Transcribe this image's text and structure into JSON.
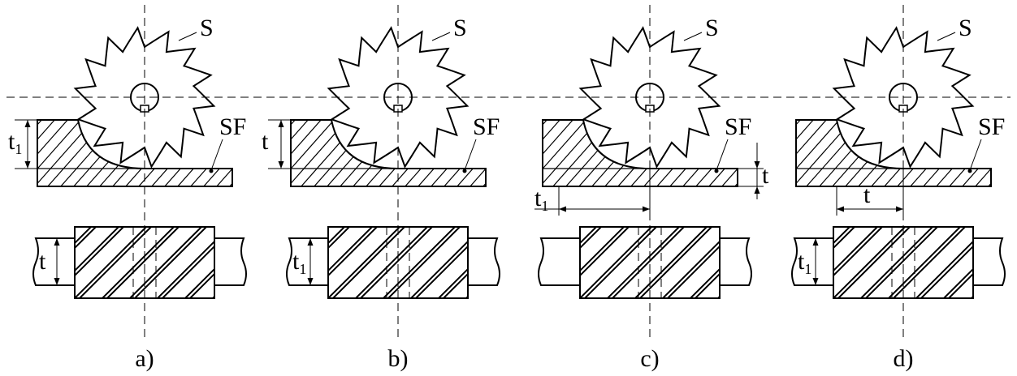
{
  "figure": {
    "panels": [
      {
        "id": "a",
        "caption": "a)",
        "cutter_label": "S",
        "surface_label": "SF",
        "side_depth_label": "t",
        "side_depth_sub": "1",
        "width_label": "t",
        "width_sub": "",
        "bottom_dim_label": "",
        "bottom_dim_sub": "",
        "right_dim_label": ""
      },
      {
        "id": "b",
        "caption": "b)",
        "cutter_label": "S",
        "surface_label": "SF",
        "side_depth_label": "t",
        "side_depth_sub": "",
        "width_label": "t",
        "width_sub": "1",
        "bottom_dim_label": "",
        "bottom_dim_sub": "",
        "right_dim_label": ""
      },
      {
        "id": "c",
        "caption": "c)",
        "cutter_label": "S",
        "surface_label": "SF",
        "side_depth_label": "",
        "side_depth_sub": "",
        "width_label": "",
        "width_sub": "",
        "bottom_dim_label": "t",
        "bottom_dim_sub": "1",
        "right_dim_label": "t"
      },
      {
        "id": "d",
        "caption": "d)",
        "cutter_label": "S",
        "surface_label": "SF",
        "side_depth_label": "",
        "side_depth_sub": "",
        "width_label": "t",
        "width_sub": "1",
        "bottom_dim_label": "t",
        "bottom_dim_sub": "",
        "right_dim_label": ""
      }
    ]
  }
}
